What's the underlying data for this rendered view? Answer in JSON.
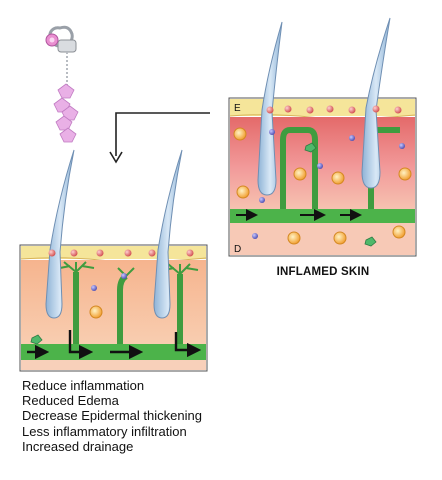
{
  "inflamed_panel": {
    "caption": "INFLAMED SKIN",
    "label_epidermis": "E",
    "label_dermis": "D"
  },
  "treated_panel": {
    "effects": [
      "Reduce inflammation",
      "Reduced Edema",
      "Decrease Epidermal thickening",
      "Less inflammatory infiltration",
      "Increased drainage"
    ]
  },
  "palette": {
    "epidermis": "#f5e59a",
    "dermis_inflamed": "#f2a0a0",
    "dermis_treated": "#f6b89a",
    "lymph_vessel": "#4cb34a",
    "hair_follicle": "#bcd6ef",
    "arrow": "#111111"
  },
  "icons": [
    "jewelry-charm-icon",
    "down-arrow-connector",
    "flow-arrow-icon",
    "immune-cell-icon"
  ]
}
